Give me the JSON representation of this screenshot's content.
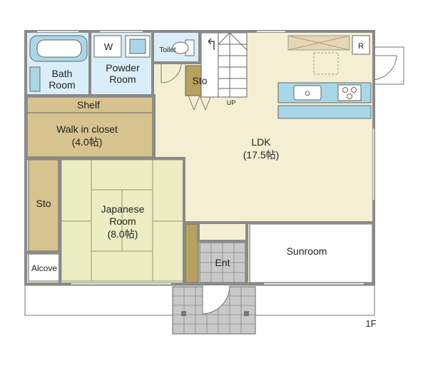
{
  "floor_label": "1F",
  "rooms": {
    "bath": {
      "line1": "Bath",
      "line2": "Room"
    },
    "powder": {
      "line1": "Powder",
      "line2": "Room"
    },
    "washer": {
      "label": "W"
    },
    "toilet": {
      "label": "Toilet"
    },
    "storage_hall": {
      "label": "Sto"
    },
    "stairs": {
      "label": "UP"
    },
    "fridge": {
      "label": "R"
    },
    "shelf": {
      "label": "Shelf"
    },
    "walkin": {
      "line1": "Walk in closet",
      "line2": "(4.0帖)"
    },
    "ldk": {
      "line1": "LDK",
      "line2": "(17.5帖)"
    },
    "storage_west": {
      "label": "Sto"
    },
    "japanese": {
      "line1": "Japanese",
      "line2": "Room",
      "line3": "(8.0帖)"
    },
    "alcove": {
      "label": "Alcove"
    },
    "entrance": {
      "label": "Ent"
    },
    "sunroom": {
      "label": "Sunroom"
    }
  },
  "colors": {
    "wall": "#8a8a8a",
    "ldk_floor": "#f4efd2",
    "wet_room": "#d9eef8",
    "counter": "#a9d7e8",
    "closet": "#d7c38e",
    "wood": "#b7a15f",
    "tatami": "#ecedc3",
    "tatami_line": "#8f9a63",
    "tile": "#c9c9c9",
    "outline": "#555555"
  }
}
